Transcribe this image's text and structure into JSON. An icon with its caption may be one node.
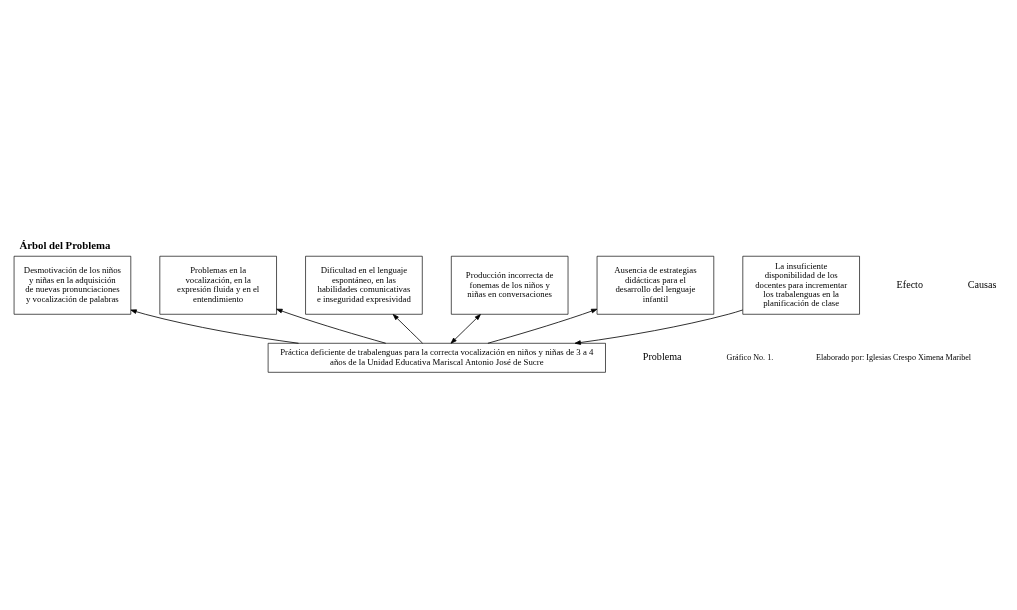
{
  "diagram": {
    "title": "Árbol del Problema",
    "nodes": [
      {
        "text": [
          "Desmotivación de los niños y niñas en la adquisición de nuevas pronunciaciones y vocalización de palabras"
        ]
      },
      {
        "text": [
          "Problemas en la vocalización, en la expresión fluida y en el entendimiento"
        ]
      },
      {
        "text": [
          "Dificultad en el lenguaje espontáneo, en las habilidades comunicativas e inseguridad expresividad"
        ]
      },
      {
        "text": [
          "Práctica deficiente de trabalenguas para la correcta vocalización en niños y niñas de 3 a 4 años de la Unidad Educativa Mariscal Antonio José de Sucre"
        ]
      },
      {
        "text": [
          "La insuficiente disponibilidad de los docentes para incrementar los trabalenguas en la planificación de clase"
        ]
      },
      {
        "text": [
          "Producción incorrecta de fonemas de los niños y niñas en conversaciones"
        ]
      },
      {
        "text": [
          "Ausencia de estrategias didácticas para el desarrollo del lenguaje infantil"
        ]
      }
    ],
    "edges": [
      {
        "from": 3,
        "to": 0,
        "arrow": "to"
      },
      {
        "from": 3,
        "to": 1,
        "arrow": "to"
      },
      {
        "from": 3,
        "to": 2,
        "arrow": "to"
      },
      {
        "from": 4,
        "to": 3,
        "arrow": "to"
      },
      {
        "from": 3,
        "to": 5,
        "arrow": "both"
      },
      {
        "from": 3,
        "to": 6,
        "arrow": "to"
      }
    ],
    "labels": [
      "Efecto",
      "Problema",
      "Causas",
      "Gráfico No. 1.",
      "Elaborado por: Iglesias Crespo Ximena Maribel"
    ]
  }
}
